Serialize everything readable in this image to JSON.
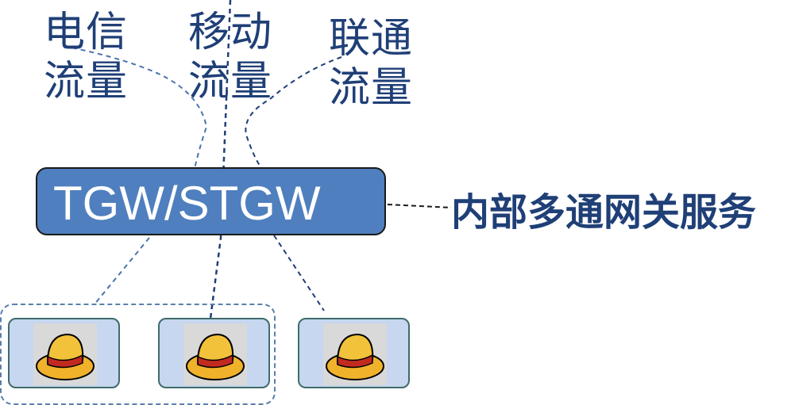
{
  "carriers": [
    {
      "name": "电信",
      "traffic": "流量"
    },
    {
      "name": "移动",
      "traffic": "流量"
    },
    {
      "name": "联通",
      "traffic": "流量"
    }
  ],
  "gateway": {
    "label": "TGW/STGW",
    "description": "内部多通网关服务"
  },
  "servers": [
    {
      "icon": "straw-hat-icon"
    },
    {
      "icon": "straw-hat-icon"
    },
    {
      "icon": "straw-hat-icon"
    }
  ],
  "colors": {
    "text": "#1f3f77",
    "gateway_fill": "#4f7fbe",
    "server_fill": "#c6d7ef",
    "connector": "#5a7fae"
  }
}
